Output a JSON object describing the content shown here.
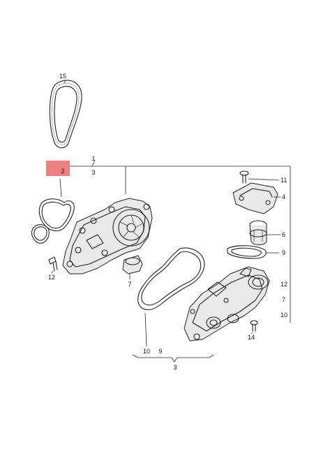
{
  "callouts": [
    {
      "id": "c15",
      "text": "15"
    },
    {
      "id": "c1",
      "text": "1"
    },
    {
      "id": "c2",
      "text": "2"
    },
    {
      "id": "c3a",
      "text": "3"
    },
    {
      "id": "c11",
      "text": "11"
    },
    {
      "id": "c4",
      "text": "4"
    },
    {
      "id": "c6",
      "text": "6"
    },
    {
      "id": "c9a",
      "text": "9"
    },
    {
      "id": "c12a",
      "text": "12"
    },
    {
      "id": "c7a",
      "text": "7"
    },
    {
      "id": "c10a",
      "text": "10"
    },
    {
      "id": "c12b",
      "text": "12"
    },
    {
      "id": "c7b",
      "text": "7"
    },
    {
      "id": "c14",
      "text": "14"
    },
    {
      "id": "c10b",
      "text": "10"
    },
    {
      "id": "c9b",
      "text": "9"
    },
    {
      "id": "c3b",
      "text": "3"
    }
  ],
  "highlight_color": "#f08080"
}
